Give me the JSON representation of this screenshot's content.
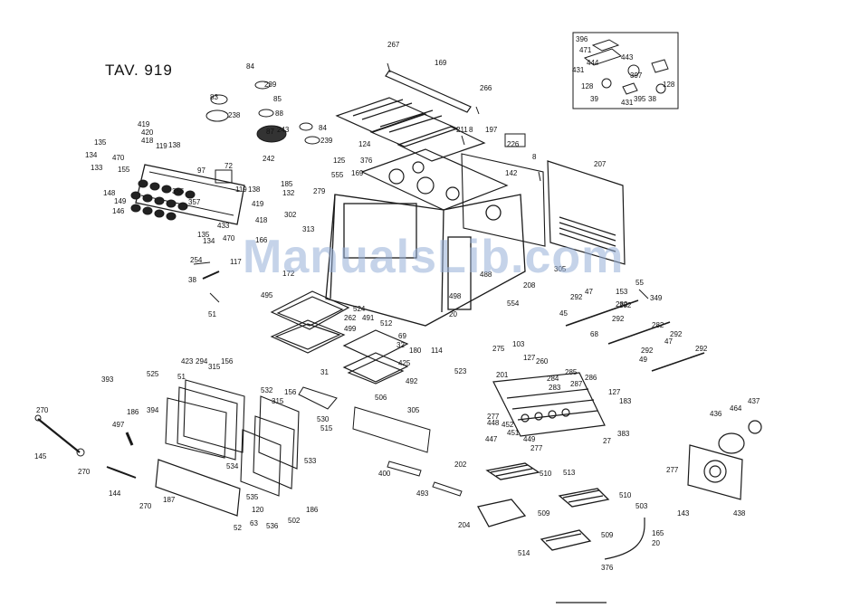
{
  "title": "TAV. 919",
  "watermark": "ManualsLib.com",
  "colors": {
    "ink": "#1a1a1a",
    "paper": "#ffffff",
    "watermark": "#9fb4d8"
  },
  "callouts": {
    "inset": [
      "396",
      "471",
      "443",
      "431",
      "444",
      "397",
      "128",
      "39",
      "431",
      "395",
      "38",
      "128"
    ],
    "top": [
      "267",
      "169",
      "266",
      "211",
      "8",
      "197",
      "226",
      "142",
      "207",
      "125",
      "124",
      "239",
      "87",
      "84",
      "242",
      "243",
      "239",
      "238",
      "83",
      "84",
      "85",
      "88",
      "376",
      "8",
      "555",
      "169",
      "279",
      "185",
      "132",
      "302"
    ],
    "panel": [
      "419",
      "420",
      "418",
      "135",
      "134",
      "470",
      "133",
      "119",
      "138",
      "155",
      "97",
      "72",
      "148",
      "149",
      "146",
      "356",
      "357",
      "119",
      "138",
      "419",
      "418",
      "433",
      "135",
      "134",
      "470"
    ],
    "middle": [
      "166",
      "254",
      "117",
      "38",
      "51",
      "172",
      "313",
      "305",
      "208",
      "488",
      "554",
      "498",
      "495",
      "524",
      "262",
      "491",
      "512",
      "20",
      "69",
      "499",
      "32",
      "180",
      "114",
      "425",
      "523",
      "31",
      "492",
      "506"
    ],
    "right": [
      "292",
      "47",
      "55",
      "153",
      "349",
      "292",
      "282",
      "45",
      "292",
      "68",
      "282",
      "292",
      "47",
      "292",
      "49",
      "292"
    ],
    "bottom_left": [
      "423",
      "294",
      "315",
      "156",
      "393",
      "525",
      "51",
      "186",
      "394",
      "497",
      "270",
      "145",
      "270",
      "144",
      "270",
      "187",
      "532",
      "315",
      "156",
      "530",
      "534",
      "533",
      "535",
      "120",
      "536",
      "63",
      "52",
      "502",
      "186"
    ],
    "bottom_mid": [
      "305",
      "515",
      "400",
      "493",
      "202",
      "510",
      "204",
      "509"
    ],
    "bottom_right": [
      "275",
      "103",
      "127",
      "260",
      "201",
      "284",
      "285",
      "283",
      "286",
      "287",
      "277",
      "448",
      "452",
      "451",
      "447",
      "449",
      "277",
      "27",
      "127",
      "183",
      "383",
      "436",
      "464",
      "437",
      "438",
      "277",
      "513",
      "510",
      "509",
      "514",
      "503",
      "143",
      "165",
      "20",
      "376"
    ]
  }
}
